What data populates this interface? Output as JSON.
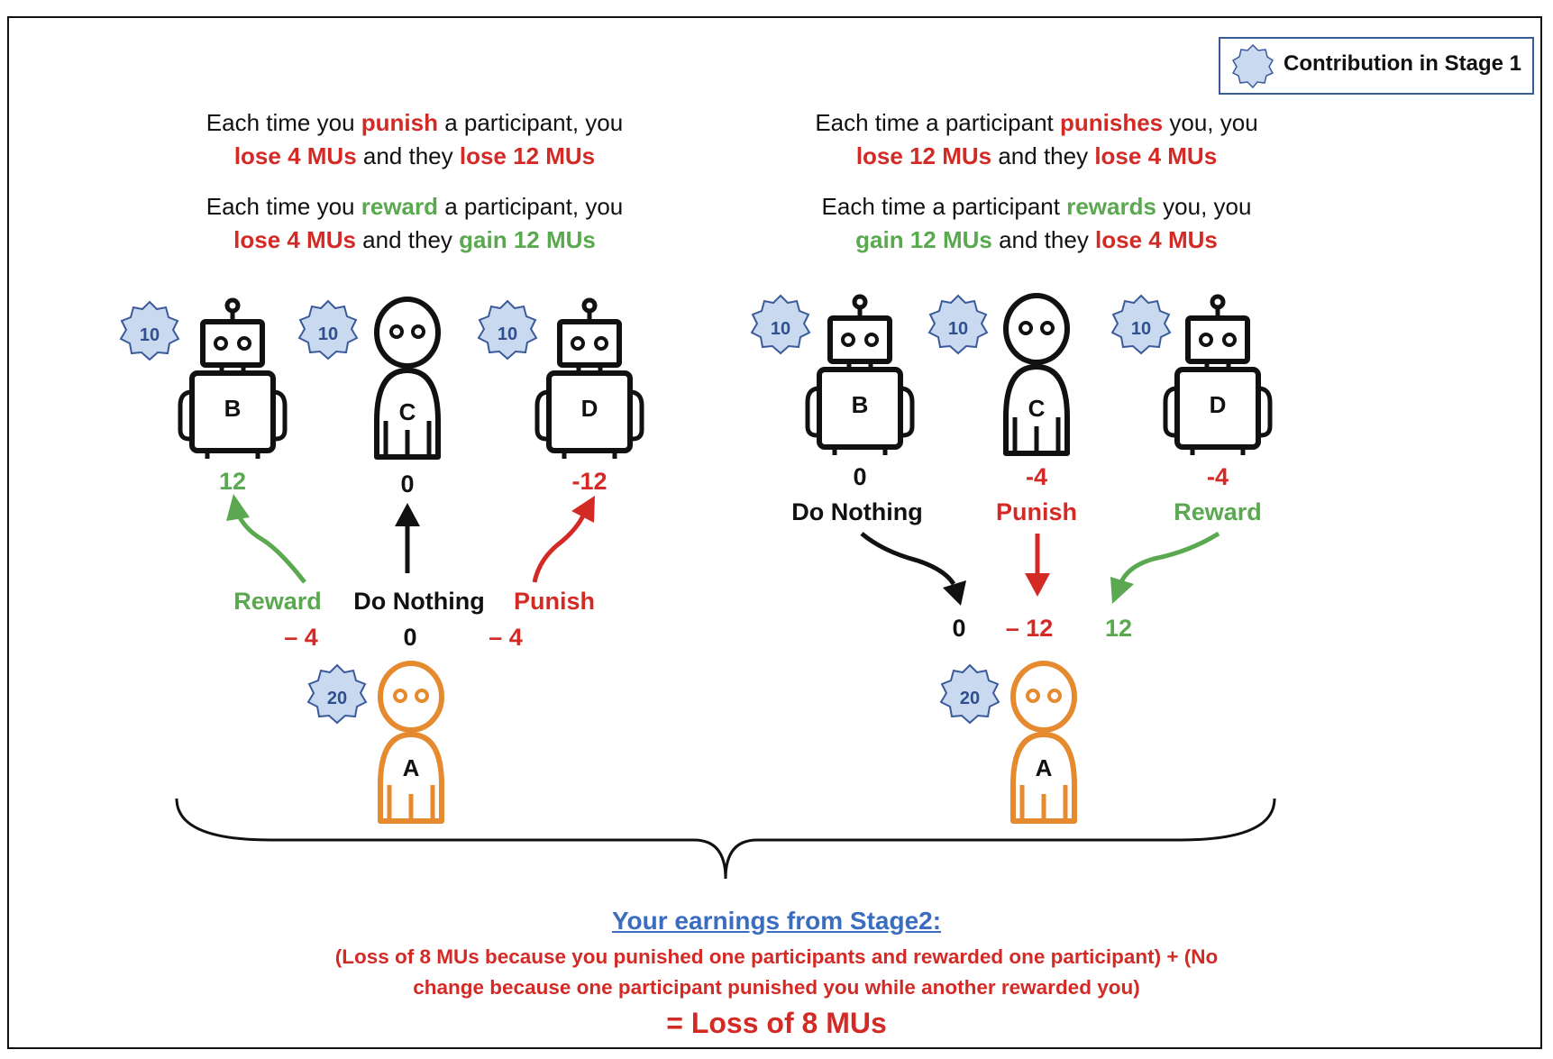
{
  "legend": {
    "label": "Contribution in Stage 1"
  },
  "left_rules": {
    "punish": {
      "pre": "Each time you ",
      "verb": "punish",
      "post": " a participant, you",
      "lose": "lose 4 MUs",
      "mid": " and they ",
      "effect": "lose 12 MUs"
    },
    "reward": {
      "pre": "Each time you ",
      "verb": "reward",
      "post": " a participant, you",
      "lose": "lose 4 MUs",
      "mid": " and they ",
      "effect": "gain 12 MUs"
    }
  },
  "right_rules": {
    "punish": {
      "pre": "Each time a participant ",
      "verb": "punishes",
      "post": " you, you",
      "lose": "lose 12 MUs",
      "mid": " and they ",
      "effect": "lose 4 MUs"
    },
    "reward": {
      "pre": "Each time a participant ",
      "verb": "rewards",
      "post": " you, you",
      "lose": "gain 12 MUs",
      "mid": " and they ",
      "effect": "lose 4 MUs"
    }
  },
  "left_scene": {
    "figures": [
      {
        "id": "B",
        "kind": "robot",
        "contribution": "10",
        "value": "12",
        "value_color": "#5aa84f"
      },
      {
        "id": "C",
        "kind": "human",
        "contribution": "10",
        "value": "0",
        "value_color": "#111111"
      },
      {
        "id": "D",
        "kind": "robot",
        "contribution": "10",
        "value": "-12",
        "value_color": "#d32a26"
      }
    ],
    "actions": [
      {
        "label": "Reward",
        "cost": "– 4",
        "color": "#5aa84f"
      },
      {
        "label": "Do Nothing",
        "cost": "0",
        "color": "#111111"
      },
      {
        "label": "Punish",
        "cost": "– 4",
        "color": "#d32a26"
      }
    ],
    "player": {
      "id": "A",
      "contribution": "20"
    }
  },
  "right_scene": {
    "figures": [
      {
        "id": "B",
        "kind": "robot",
        "contribution": "10",
        "value": "0",
        "value_color": "#111111",
        "action": "Do Nothing"
      },
      {
        "id": "C",
        "kind": "human",
        "contribution": "10",
        "value": "-4",
        "value_color": "#d32a26",
        "action": "Punish"
      },
      {
        "id": "D",
        "kind": "robot",
        "contribution": "10",
        "value": "-4",
        "value_color": "#d32a26",
        "action": "Reward"
      }
    ],
    "effects": [
      {
        "value": "0",
        "color": "#111111"
      },
      {
        "value": "– 12",
        "color": "#d32a26"
      },
      {
        "value": "12",
        "color": "#5aa84f"
      }
    ],
    "player": {
      "id": "A",
      "contribution": "20"
    }
  },
  "earnings": {
    "title": "Your earnings from Stage2:",
    "line1": "(Loss of 8 MUs because you punished one participants and rewarded one participant)  +  (No",
    "line2": "change because one participant punished you while another rewarded you)",
    "total": "= Loss of 8 MUs"
  },
  "colors": {
    "red": "#d32a26",
    "green": "#5aa84f",
    "black": "#111111",
    "orange": "#e58a2e",
    "badge_fill": "#c9daf0",
    "badge_stroke": "#3a5a9a",
    "badge_text": "#2f4f8f",
    "link_blue": "#3a6cbf"
  }
}
